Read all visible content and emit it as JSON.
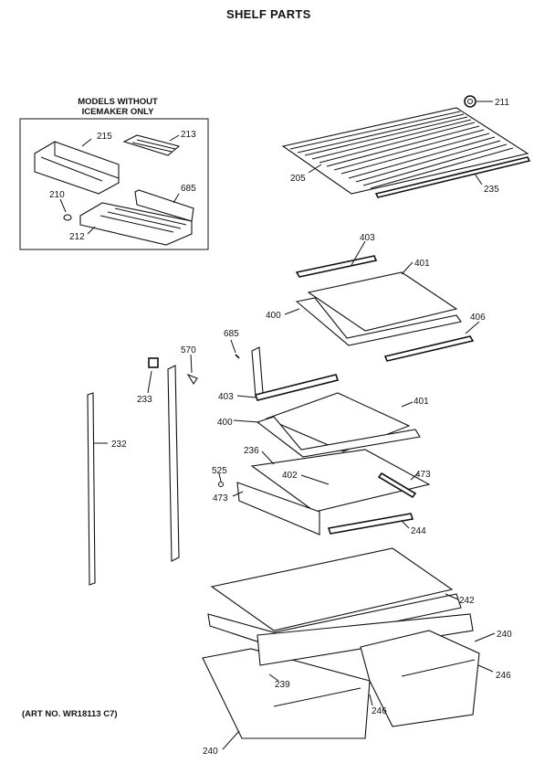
{
  "title": "SHELF PARTS",
  "inset_box": {
    "heading_line1": "MODELS WITHOUT",
    "heading_line2": "ICEMAKER ONLY"
  },
  "footer": {
    "art_number": "(ART NO. WR18113 C7)"
  },
  "callouts": [
    {
      "id": "c215",
      "label": "215"
    },
    {
      "id": "c213",
      "label": "213"
    },
    {
      "id": "c210",
      "label": "210"
    },
    {
      "id": "c685a",
      "label": "685"
    },
    {
      "id": "c212",
      "label": "212"
    },
    {
      "id": "c211",
      "label": "211"
    },
    {
      "id": "c205",
      "label": "205"
    },
    {
      "id": "c235",
      "label": "235"
    },
    {
      "id": "c403a",
      "label": "403"
    },
    {
      "id": "c401a",
      "label": "401"
    },
    {
      "id": "c400a",
      "label": "400"
    },
    {
      "id": "c406",
      "label": "406"
    },
    {
      "id": "c685b",
      "label": "685"
    },
    {
      "id": "c570",
      "label": "570"
    },
    {
      "id": "c233",
      "label": "233"
    },
    {
      "id": "c403b",
      "label": "403"
    },
    {
      "id": "c401b",
      "label": "401"
    },
    {
      "id": "c400b",
      "label": "400"
    },
    {
      "id": "c232",
      "label": "232"
    },
    {
      "id": "c236",
      "label": "236"
    },
    {
      "id": "c402",
      "label": "402"
    },
    {
      "id": "c473a",
      "label": "473"
    },
    {
      "id": "c525",
      "label": "525"
    },
    {
      "id": "c473b",
      "label": "473"
    },
    {
      "id": "c244",
      "label": "244"
    },
    {
      "id": "c242",
      "label": "242"
    },
    {
      "id": "c240a",
      "label": "240"
    },
    {
      "id": "c239",
      "label": "239"
    },
    {
      "id": "c246a",
      "label": "246"
    },
    {
      "id": "c246b",
      "label": "246"
    },
    {
      "id": "c240b",
      "label": "240"
    }
  ]
}
